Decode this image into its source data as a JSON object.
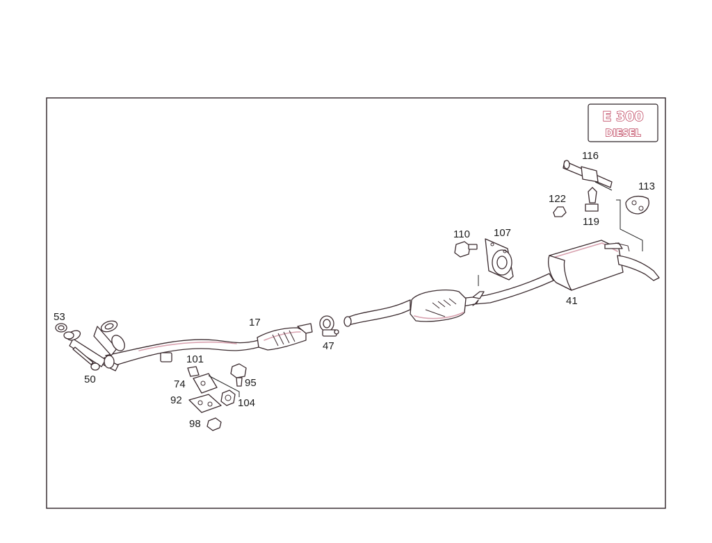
{
  "badge": {
    "model": "E 300",
    "variant": "DIESEL"
  },
  "callouts": {
    "p17": "17",
    "p41": "41",
    "p47": "47",
    "p50": "50",
    "p53": "53",
    "p74": "74",
    "p92": "92",
    "p95": "95",
    "p98": "98",
    "p101": "101",
    "p104": "104",
    "p107": "107",
    "p110": "110",
    "p113": "113",
    "p116": "116",
    "p119": "119",
    "p122": "122"
  },
  "colors": {
    "frame": "#2a2024",
    "badge_accent": "#b8324f",
    "part_highlight": "#d8a0ae"
  }
}
